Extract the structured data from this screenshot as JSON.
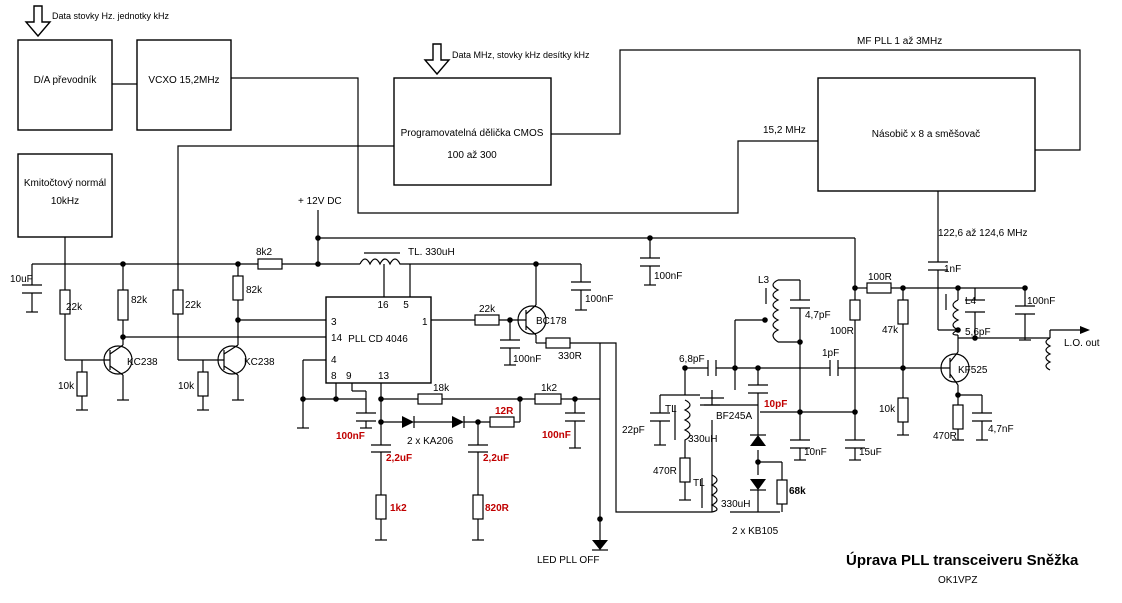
{
  "title": "Úprava PLL transceiveru Sněžka",
  "author": "OK1VPZ",
  "blocks": {
    "da": "D/A převodník",
    "vcxo": "VCXO 15,2MHz",
    "div1": "Programovatelná dělička CMOS",
    "div2": "100 až 300",
    "mult": "Násobič x 8 a směšovač",
    "ref1": "Kmitočtový normál",
    "ref2": "10kHz",
    "pll": "PLL CD 4046"
  },
  "arrows": {
    "data1": "Data stovky Hz. jednotky kHz",
    "data2": "Data MHz, stovky kHz desítky kHz"
  },
  "nets": {
    "mf": "MF PLL 1 až 3MHz",
    "f152": "15,2 MHz",
    "vcc": "+ 12V DC",
    "out_range": "122,6 až 124,6 MHz",
    "lo": "L.O. out",
    "led": "LED PLL OFF"
  },
  "pins": {
    "p16": "16",
    "p5": "5",
    "p3": "3",
    "p14": "14",
    "p1": "1",
    "p4": "4",
    "p8": "8",
    "p9": "9",
    "p13": "13"
  },
  "parts": {
    "c10u": "10uF",
    "r22k_a": "22k",
    "r82k_a": "82k",
    "r10k_a": "10k",
    "q1": "KC238",
    "r22k_b": "22k",
    "r82k_b": "82k",
    "r10k_b": "10k",
    "q2": "KC238",
    "r8k2": "8k2",
    "tl": "TL. 330uH",
    "c100n_a": "100nF",
    "c100n_b": "100nF",
    "r22k_c": "22k",
    "q3": "BC178",
    "c100n_c": "100nF",
    "r330": "330R",
    "r18k": "18k",
    "r1k2": "1k2",
    "r12": "12R",
    "d1": "2 x KA206",
    "c100n_d": "100nF",
    "c100n_e": "100nF",
    "c22u_a": "2,2uF",
    "c22u_b": "2,2uF",
    "r1k2b": "1k2",
    "r820": "820R",
    "l3": "L3",
    "c47p_a": "4,7pF",
    "c68p": "6,8pF",
    "c22p": "22pF",
    "tl2": "TL",
    "l330a": "330uH",
    "r470a": "470R",
    "q4": "BF245A",
    "c10p": "10pF",
    "tl3": "TL",
    "l330b": "330uH",
    "r68k": "68k",
    "kb": "2 x KB105",
    "c10n": "10nF",
    "c15u": "15uF",
    "r100_a": "100R",
    "r100_b": "100R",
    "c1p": "1pF",
    "c1n": "1nF",
    "l4": "L4",
    "c56p": "5,6pF",
    "r47k": "47k",
    "c100n_f": "100nF",
    "q5": "KF525",
    "r10k_c": "10k",
    "r470b": "470R",
    "c47n": "4,7nF"
  }
}
